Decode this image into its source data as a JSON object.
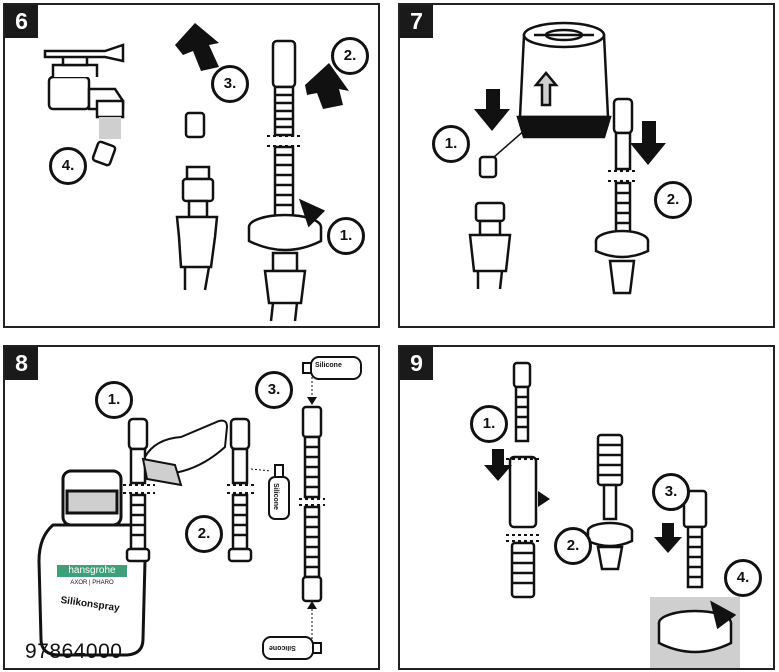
{
  "panels": [
    {
      "number": "6",
      "steps": [
        "1.",
        "2.",
        "3.",
        "4."
      ]
    },
    {
      "number": "7",
      "steps": [
        "1.",
        "2."
      ]
    },
    {
      "number": "8",
      "steps": [
        "1.",
        "2.",
        "3."
      ],
      "product": {
        "brand": "hansgrohe",
        "sub_brands": "AXOR | PHARO",
        "name": "Silikonspray",
        "part_number": "97864000"
      },
      "bottle_label": "Silicone"
    },
    {
      "number": "9",
      "steps": [
        "1.",
        "2.",
        "3.",
        "4."
      ]
    }
  ],
  "colors": {
    "ink": "#111111",
    "accent_green": "#3f9f7a",
    "shade": "#cfcfcf"
  },
  "icons": [
    "tap-icon",
    "hose-icon",
    "arrow-icon",
    "rotate-arrow-icon",
    "filter-icon",
    "spray-bottle-icon",
    "hand-icon"
  ]
}
